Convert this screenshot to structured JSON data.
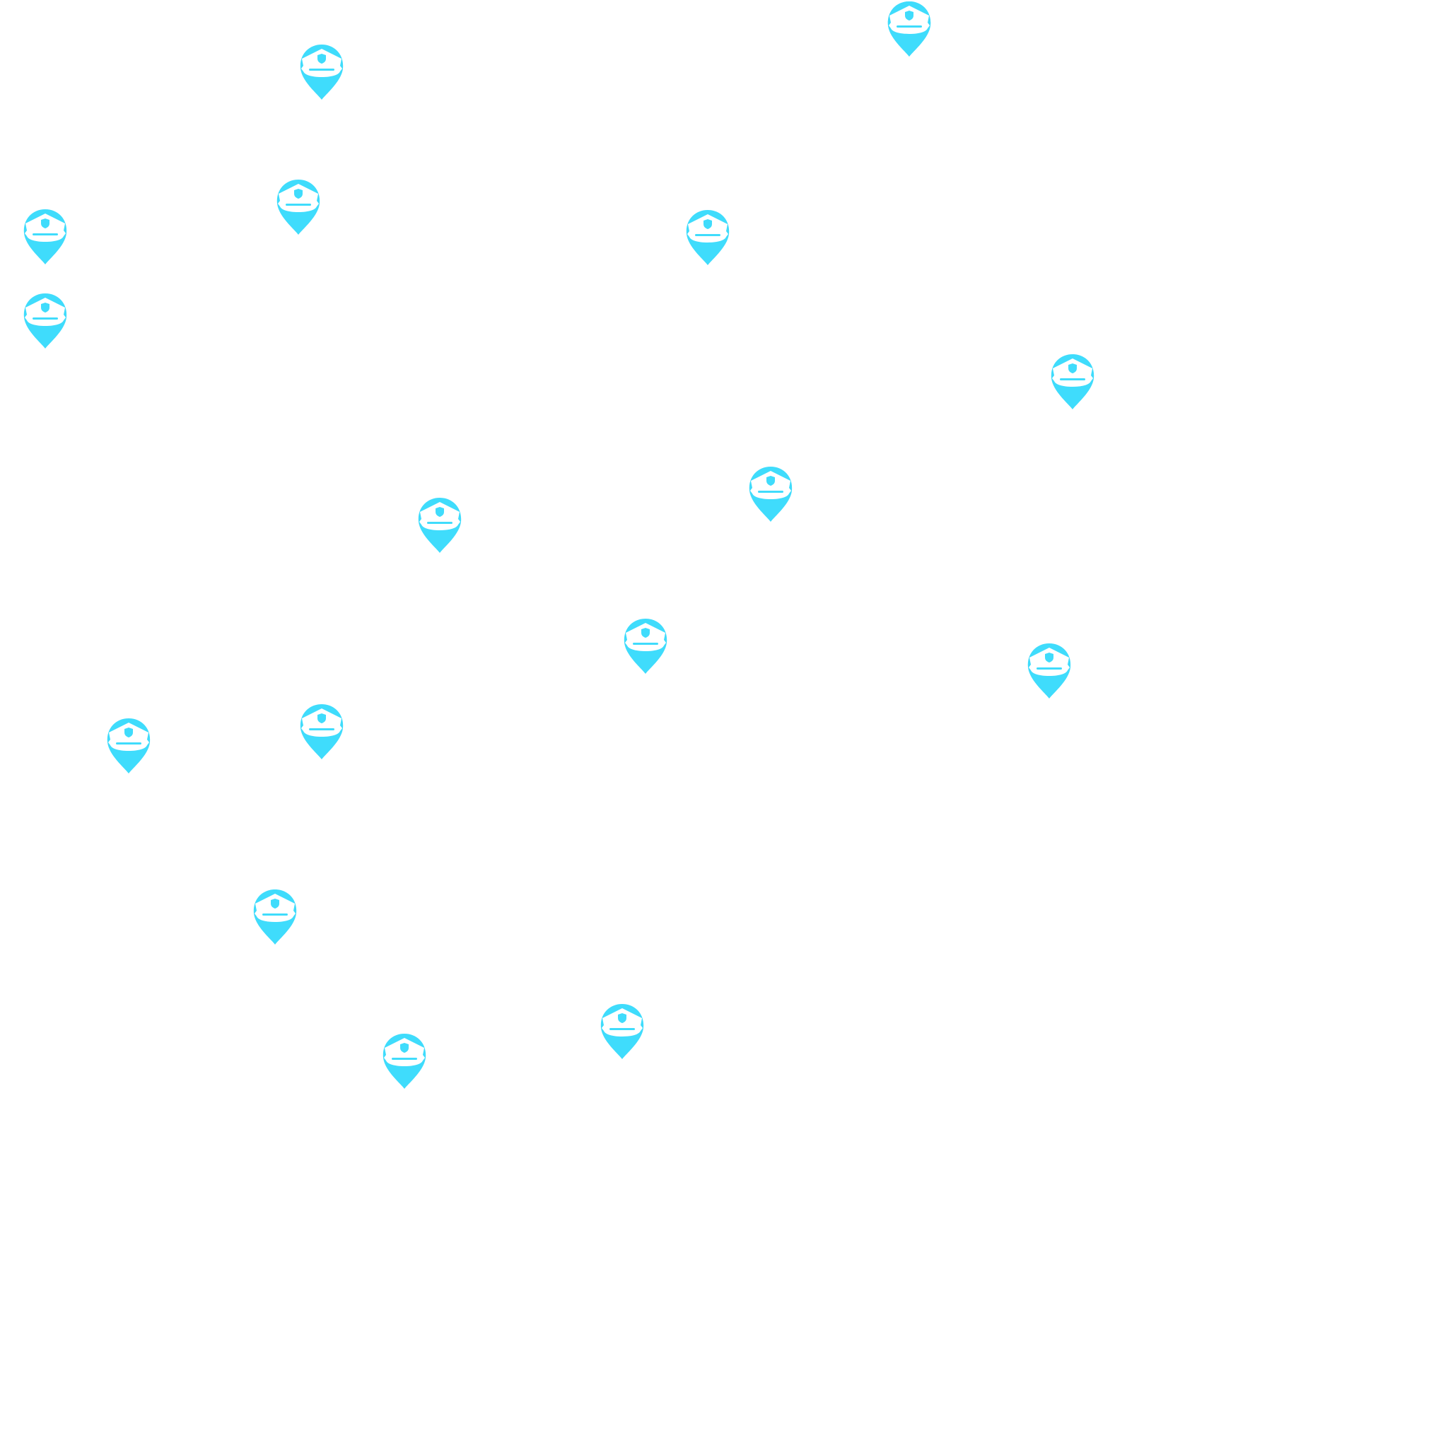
{
  "map": {
    "background_color": "#ffffff",
    "marker_color": "#3fdcfc",
    "marker_glyph_color": "#ffffff",
    "marker_icon": "police-cap-icon",
    "markers": [
      {
        "id": 1
      },
      {
        "id": 2
      },
      {
        "id": 3
      },
      {
        "id": 4
      },
      {
        "id": 5
      },
      {
        "id": 6
      },
      {
        "id": 7
      },
      {
        "id": 8
      },
      {
        "id": 9
      },
      {
        "id": 10
      },
      {
        "id": 11
      },
      {
        "id": 12
      },
      {
        "id": 13
      },
      {
        "id": 14
      },
      {
        "id": 15
      },
      {
        "id": 16
      },
      {
        "id": 17
      }
    ]
  }
}
